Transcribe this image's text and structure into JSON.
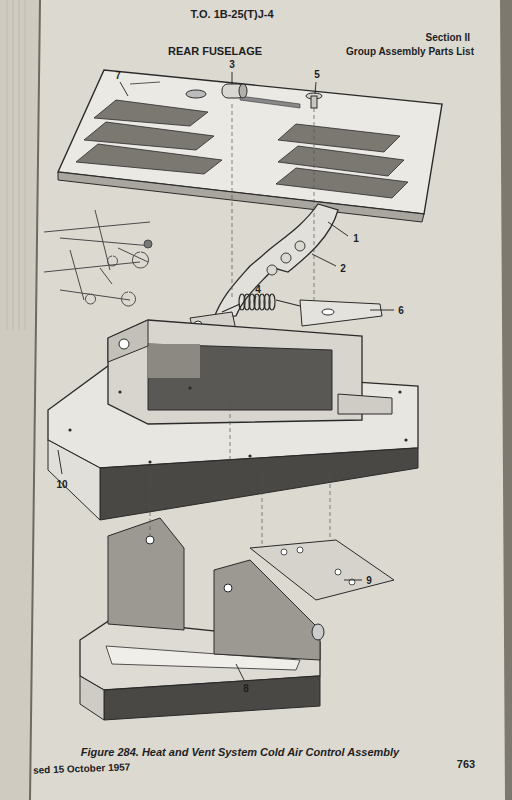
{
  "diagram": {
    "title": "REAR FUSELAGE",
    "caption": "Figure 284. Heat and Vent System Cold Air Control Assembly",
    "labels": [
      "T.O. 1B-25(T)J-4",
      "Section II",
      "Group Assembly Parts List",
      "7",
      "3",
      "5",
      "1",
      "2",
      "4",
      "6",
      "10",
      "9",
      "8",
      "sed 15 October 1957",
      "763"
    ]
  }
}
